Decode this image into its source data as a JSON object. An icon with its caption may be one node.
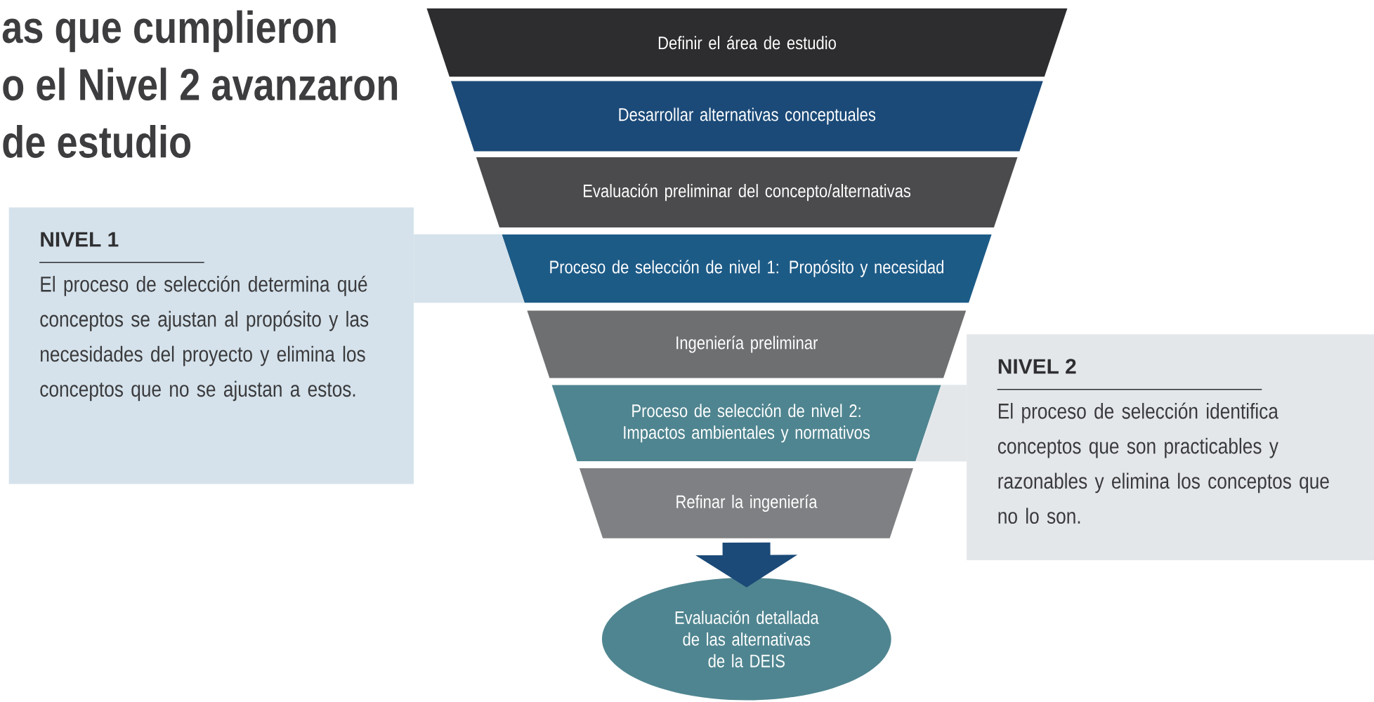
{
  "diagram": {
    "title": "as que cumplieron o el Nivel 2 avanzaron de estudio",
    "nodes": [
      {
        "text": [
          "Definir el área de estudio"
        ]
      },
      {
        "text": [
          "Desarrollar alternativas conceptuales"
        ]
      },
      {
        "text": [
          "Evaluación preliminar del concepto/alternativas"
        ]
      },
      {
        "text": [
          "Proceso de selección de nivel 1: Propósito y necesidad"
        ]
      },
      {
        "text": [
          "Ingeniería preliminar"
        ]
      },
      {
        "text": [
          "Proceso de selección de nivel 2: Impactos ambientales y normativos"
        ]
      },
      {
        "text": [
          "Refinar la ingeniería"
        ]
      },
      {
        "text": [
          "Evaluación detallada de las alternativas de la DEIS"
        ]
      },
      {
        "text": [
          "NIVEL 1",
          "El proceso de selección determina qué conceptos se ajustan al propósito y las necesidades del proyecto y elimina los conceptos que no se ajustan a estos."
        ]
      },
      {
        "text": [
          "NIVEL 2",
          "El proceso de selección identifica conceptos que son practicables y razonables y elimina los conceptos que no lo son."
        ]
      }
    ],
    "edges": [
      {
        "from": 8,
        "to": 3,
        "arrow": "none",
        "color": "#d5e2eb"
      },
      {
        "from": 9,
        "to": 5,
        "arrow": "none",
        "color": "#e4e7ea"
      },
      {
        "from": 6,
        "to": 7,
        "arrow": "to",
        "color": "#1b4a78"
      }
    ]
  }
}
